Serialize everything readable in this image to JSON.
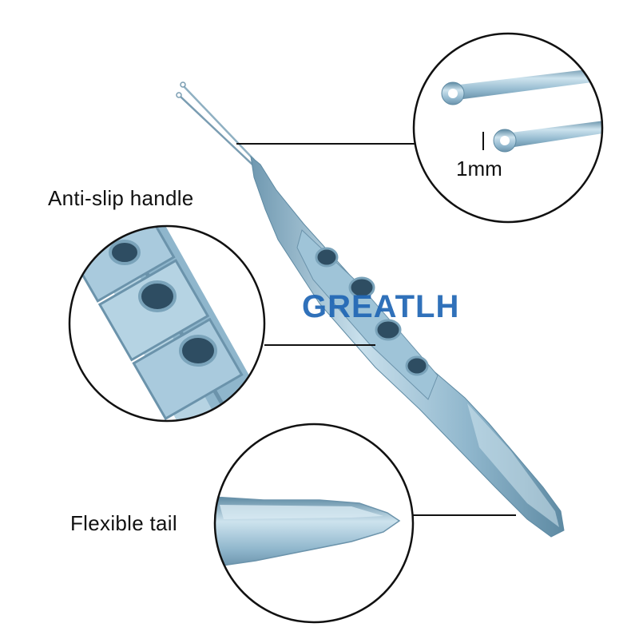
{
  "labels": {
    "handle": "Anti-slip handle",
    "tail": "Flexible tail",
    "scale": "1mm"
  },
  "watermark": {
    "text": "GREATLH",
    "color": "#1f66b5"
  },
  "colors": {
    "steel_light": "#c3dbe8",
    "steel_mid": "#8fb6cc",
    "steel_dark": "#5e8aa3",
    "callout_line": "#111111"
  }
}
